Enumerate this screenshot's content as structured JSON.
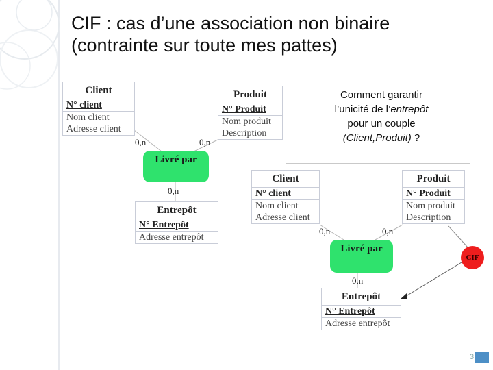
{
  "slide": {
    "title_line1": "CIF : cas d’une association non binaire",
    "title_line2": "(contrainte sur toute mes pattes)",
    "page_number": "3",
    "question": {
      "line1": "Comment garantir",
      "line2_prefix": "l’unicité de l’",
      "line2_italic": "entrepôt",
      "line3": "pour un couple",
      "line4_italic": "(Client,Produit)",
      "line4_suffix": " ?"
    }
  },
  "diagram_left": {
    "client": {
      "name": "Client",
      "key": "N° client",
      "attrs": [
        "Nom client",
        "Adresse client"
      ]
    },
    "produit": {
      "name": "Produit",
      "key": "N° Produit",
      "attrs": [
        "Nom produit",
        "Description"
      ]
    },
    "association": {
      "name": "Livré par"
    },
    "entrepot": {
      "name": "Entrepôt",
      "key": "N° Entrepôt",
      "attrs": [
        "Adresse entrepôt"
      ]
    },
    "cardinalities": {
      "client": "0,n",
      "produit": "0,n",
      "entrepot": "0,n"
    }
  },
  "diagram_right": {
    "client": {
      "name": "Client",
      "key": "N° client",
      "attrs": [
        "Nom client",
        "Adresse client"
      ]
    },
    "produit": {
      "name": "Produit",
      "key": "N° Produit",
      "attrs": [
        "Nom produit",
        "Description"
      ]
    },
    "association": {
      "name": "Livré par"
    },
    "entrepot": {
      "name": "Entrepôt",
      "key": "N° Entrepôt",
      "attrs": [
        "Adresse entrepôt"
      ]
    },
    "cardinalities": {
      "client": "0,n",
      "produit": "0,n",
      "entrepot": "0,n"
    },
    "constraint": {
      "label": "CIF"
    }
  },
  "colors": {
    "association": "#2fe26d",
    "constraint": "#ee1d1d",
    "accent": "#4d8fc6"
  }
}
